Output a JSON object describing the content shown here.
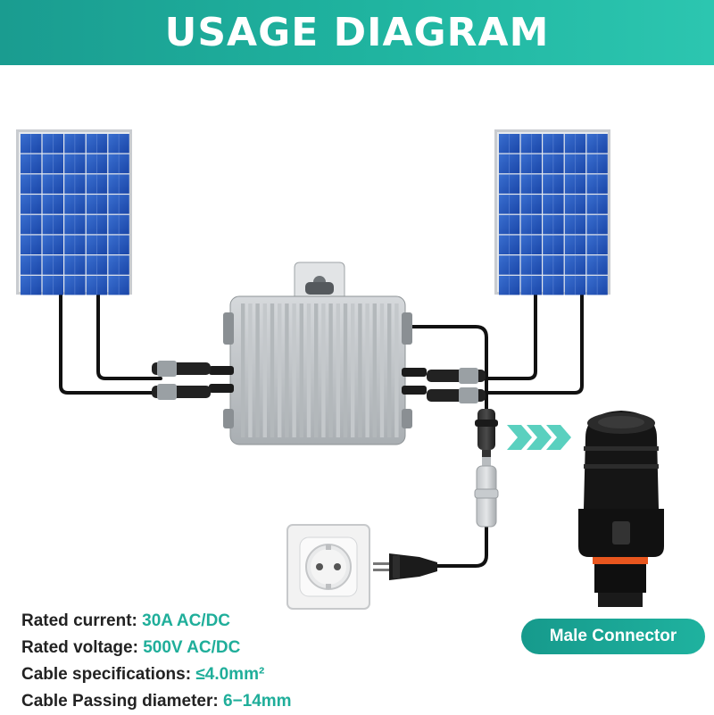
{
  "header": {
    "title": "USAGE DIAGRAM"
  },
  "specs": [
    {
      "label": "Rated current: ",
      "value": "30A AC/DC"
    },
    {
      "label": "Rated voltage: ",
      "value": "500V AC/DC"
    },
    {
      "label": "Cable specifications: ",
      "value": "≤4.0mm²"
    },
    {
      "label": "Cable Passing diameter: ",
      "value": "6−14mm"
    }
  ],
  "connector": {
    "label": "Male Connector"
  },
  "colors": {
    "accent": "#1fae9a",
    "panel": "#1d4fb0",
    "cable": "#111111"
  },
  "icons": [
    "solar-panel",
    "micro-inverter",
    "mc4-connector",
    "wall-socket",
    "plug",
    "arrow-right",
    "male-connector"
  ]
}
